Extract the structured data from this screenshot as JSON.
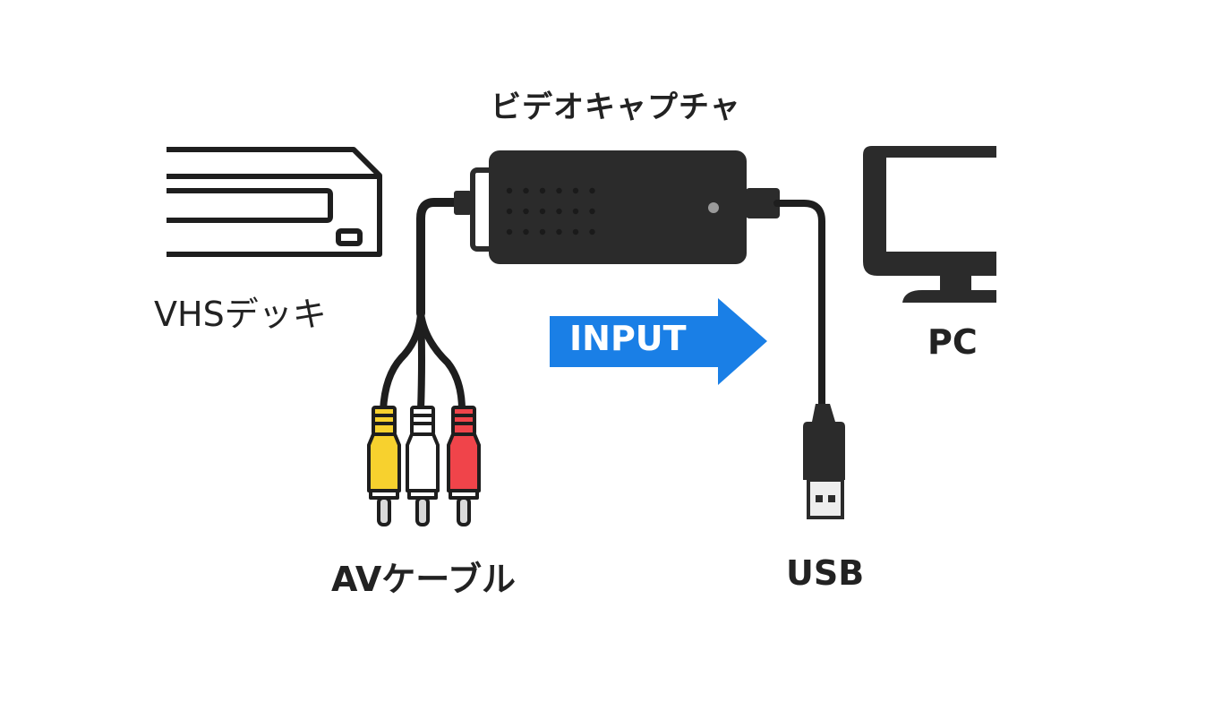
{
  "diagram": {
    "title": "ビデオキャプチャ",
    "nodes": {
      "vhs": {
        "label": "VHSデッキ",
        "icon": "vhs-deck-icon"
      },
      "capture": {
        "label": "ビデオキャプチャ",
        "icon": "video-capture-device-icon"
      },
      "pc": {
        "label": "PC",
        "icon": "monitor-icon"
      },
      "av_cable": {
        "label": "AVケーブル",
        "icon": "rca-plugs-icon",
        "plug_colors": [
          "#f7d12e",
          "#ffffff",
          "#f0444a"
        ]
      },
      "usb": {
        "label": "USB",
        "icon": "usb-plug-icon"
      }
    },
    "arrow": {
      "label": "INPUT",
      "color": "#1a7fe6",
      "direction": "right"
    },
    "colors": {
      "device": "#2b2b2b",
      "stroke": "#1e1e1e",
      "led": "#9a9a9a"
    }
  }
}
